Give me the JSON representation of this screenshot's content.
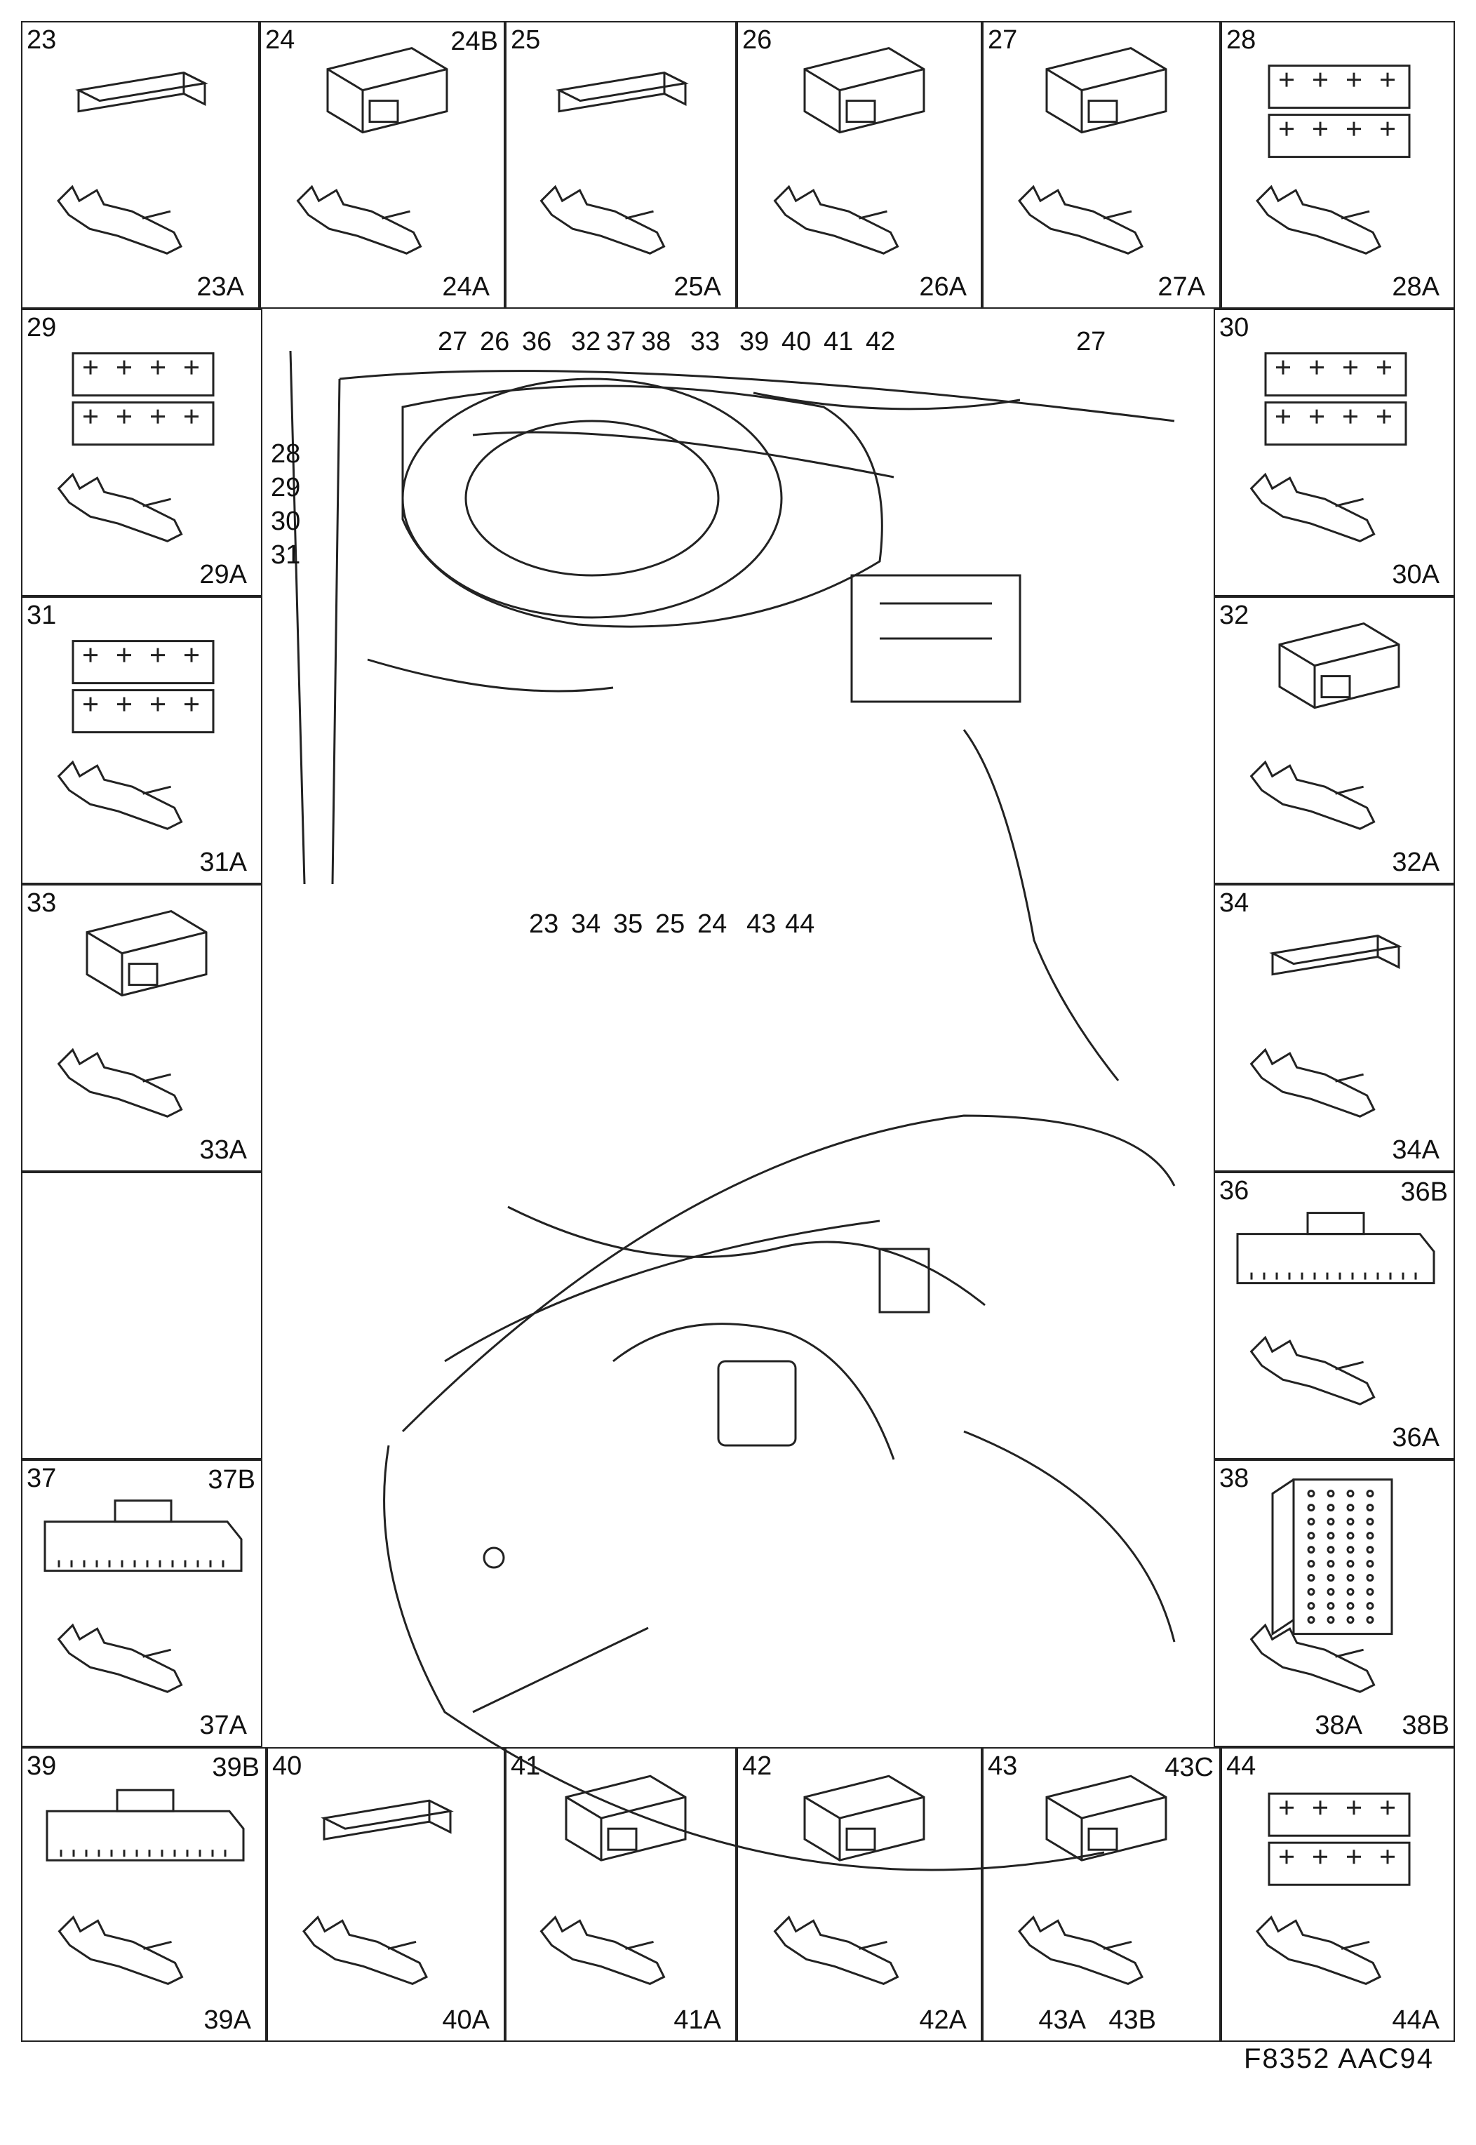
{
  "diagram_code": "F8352  AAC94",
  "cells": [
    {
      "id": "23",
      "label": "23A",
      "sub": ""
    },
    {
      "id": "24",
      "label": "24A",
      "sub": "24B"
    },
    {
      "id": "25",
      "label": "25A",
      "sub": ""
    },
    {
      "id": "26",
      "label": "26A",
      "sub": ""
    },
    {
      "id": "27",
      "label": "27A",
      "sub": ""
    },
    {
      "id": "28",
      "label": "28A",
      "sub": ""
    },
    {
      "id": "29",
      "label": "29A",
      "sub": ""
    },
    {
      "id": "30",
      "label": "30A",
      "sub": ""
    },
    {
      "id": "31",
      "label": "31A",
      "sub": ""
    },
    {
      "id": "32",
      "label": "32A",
      "sub": ""
    },
    {
      "id": "33",
      "label": "33A",
      "sub": ""
    },
    {
      "id": "34",
      "label": "34A",
      "sub": ""
    },
    {
      "id": "36",
      "label": "36A",
      "sub": "36B"
    },
    {
      "id": "37",
      "label": "37A",
      "sub": "37B"
    },
    {
      "id": "38",
      "label": "38A",
      "sub": "38B"
    },
    {
      "id": "39",
      "label": "39A",
      "sub": "39B"
    },
    {
      "id": "40",
      "label": "40A",
      "sub": ""
    },
    {
      "id": "41",
      "label": "41A",
      "sub": ""
    },
    {
      "id": "42",
      "label": "42A",
      "sub": ""
    },
    {
      "id": "43",
      "label": "43A",
      "sub": "43B",
      "sub2": "43C"
    },
    {
      "id": "44",
      "label": "44A",
      "sub": ""
    }
  ],
  "center_callouts_top": [
    "27",
    "26",
    "36",
    "32",
    "37",
    "38",
    "33",
    "39",
    "40",
    "41",
    "42",
    "27"
  ],
  "center_callouts_left": [
    "28",
    "29",
    "30",
    "31"
  ],
  "center_callouts_bottom": [
    "23",
    "34",
    "35",
    "25",
    "24",
    "43",
    "44"
  ]
}
